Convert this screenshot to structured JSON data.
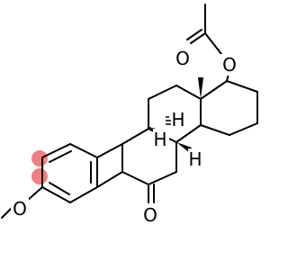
{
  "molecule": {
    "atoms": {
      "carbonyl_oxygen": "O",
      "ester_oxygen": "O",
      "ketone_oxygen": "O",
      "methoxy_oxygen": "O",
      "hydrogen_9": "H",
      "hydrogen_8": "H",
      "hydrogen_14": "H"
    }
  },
  "colors": {
    "bond": "#000000",
    "highlight": "#f08080",
    "background": "#ffffff"
  }
}
